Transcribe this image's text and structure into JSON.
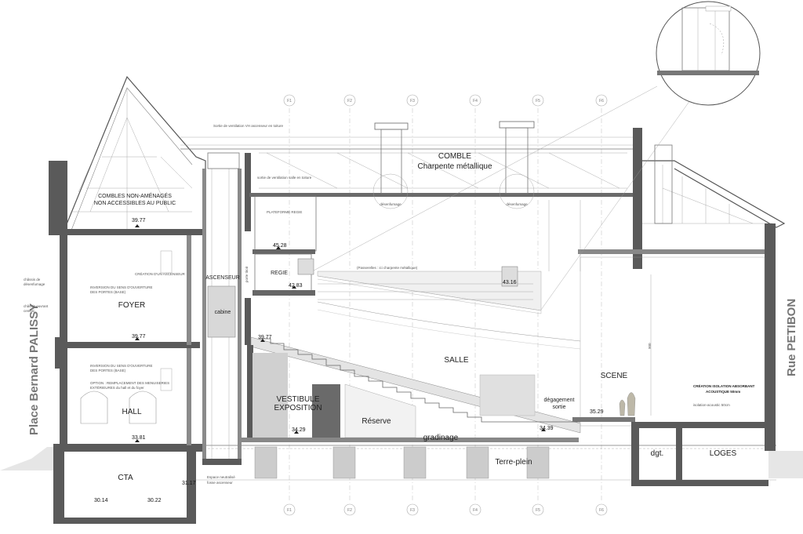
{
  "streets": {
    "left": "Place Bernard PALISSY",
    "right": "Rue PETIBON"
  },
  "axes": [
    "F1",
    "F2",
    "F3",
    "F4",
    "F5",
    "F6"
  ],
  "rooms": {
    "combles_1": "COMBLES NON-AMÉNAGÉS",
    "combles_2": "NON ACCESSIBLES AU PUBLIC",
    "comble": "COMBLE",
    "charpente": "Charpente métallique",
    "foyer": "FOYER",
    "hall": "HALL",
    "cta": "CTA",
    "ascenseur": "ASCENSEUR",
    "cabine": "cabine",
    "regie": "REGIE",
    "plateforme": "PLATEFORME REGIE",
    "salle": "SALLE",
    "scene": "SCENE",
    "vestibule_1": "VESTIBULE",
    "vestibule_2": "EXPOSITION",
    "reserve": "Réserve",
    "gradinage": "gradinage",
    "terre_plein": "Terre-plein",
    "degagement_1": "dégagement",
    "degagement_2": "sortie",
    "dgt": "dgt.",
    "loges": "LOGES",
    "espace_1": "Espace neutralisé",
    "espace_2": "fosse ascenseur",
    "desenfumage_1": "désenfumage",
    "desenfumage_2": "désenfumage",
    "passerelle": "(Passerelles : ici charpente métallique)",
    "porte": "porte tiroir",
    "creation_iso_1": "CRÉATION ISOLATION ABSORBANT",
    "creation_iso_2": "ACOUSTIQUE 50mm",
    "isolation": "isolation-acoustic 50cm",
    "dim_900": "900"
  },
  "notes": {
    "chassis_1": "châssis de",
    "chassis_2": "désenfumage",
    "chassis_3": "châssis ouvrant",
    "chassis_4": "central",
    "inversion_1": "INVERSION DU SENS D'OUVERTURE",
    "inversion_2": "DES PORTES (BASE)",
    "creation_asc": "CRÉATION D'UN ASCENSEUR",
    "inversion_3": "INVERSION DU SENS D'OUVERTURE",
    "inversion_4": "DES PORTES (BASE)",
    "option_1": "OPTION : REMPLACEMENT DES MENUISERIES",
    "option_2": "EXTÉRIEURES du hall et du foyer",
    "ventilation": "Sortie de ventilation VH ascenseur en toiture",
    "sortie_vent": "sortie de ventilation salle en toiture"
  },
  "levels": {
    "l1": "39.77",
    "l2": "39.77",
    "l3": "39.77",
    "l4": "33.81",
    "l5": "30.14",
    "l6": "30.22",
    "l7": "31.17",
    "l8": "45.28",
    "l9": "42.83",
    "l10": "43.16",
    "l11": "34.29",
    "l12": "34.39",
    "l13": "35.29"
  }
}
